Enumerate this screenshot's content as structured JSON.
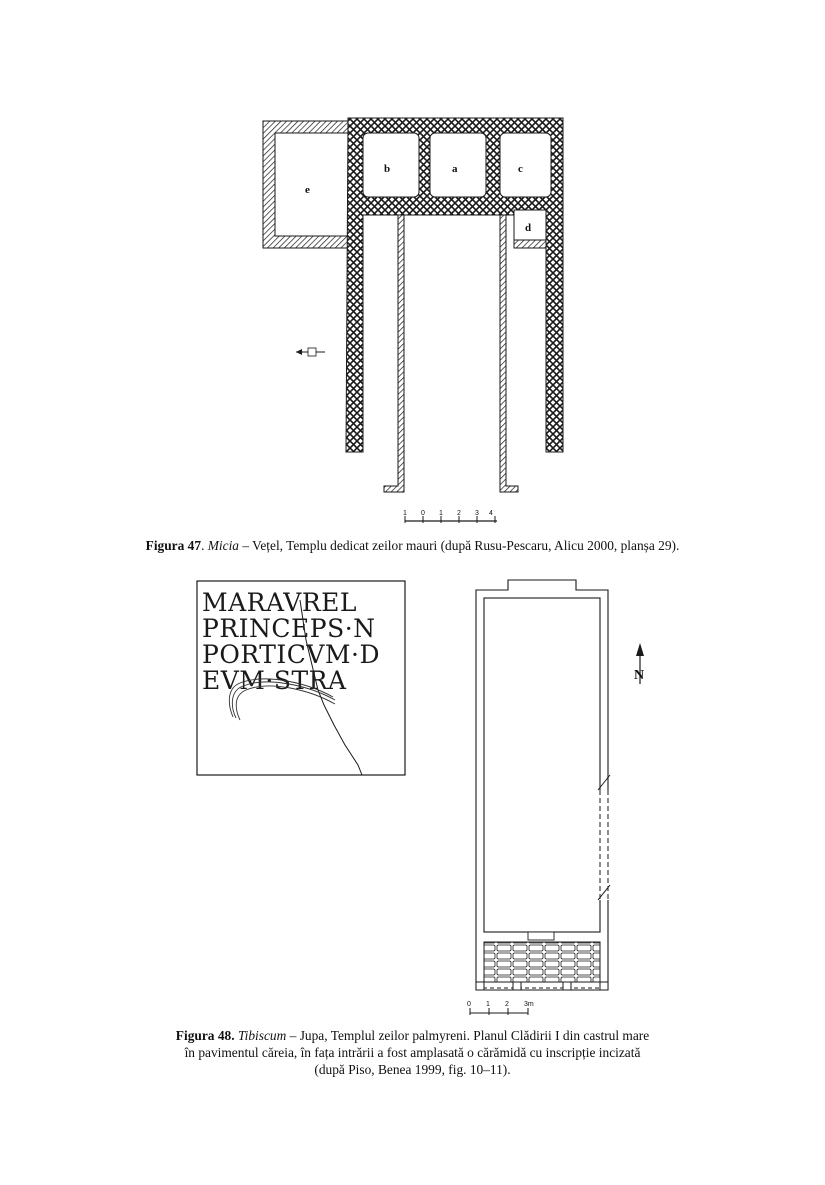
{
  "figure47": {
    "room_labels": {
      "a": "a",
      "b": "b",
      "c": "c",
      "d": "d",
      "e": "e"
    },
    "scale_numbers": [
      "1",
      "0",
      "1",
      "2",
      "3",
      "4"
    ],
    "caption": {
      "label": "Figura 47",
      "italic": "Micia",
      "text": " – Vețel, Templu dedicat zeilor mauri  (după Rusu-Pescaru, Alicu 2000, planșa 29)."
    }
  },
  "figure48": {
    "inscription_lines": [
      "MARAVREL",
      "PRINCEPS·N",
      "PORTICVM·D",
      "EVM·STRA"
    ],
    "north_label": "N",
    "scale_numbers": [
      "0",
      "1",
      "2",
      "3m"
    ],
    "caption": {
      "label": "Figura 48.",
      "italic": "Tibiscum",
      "line1_text": " – Jupa, Templul zeilor palmyreni. Planul Clădirii I din castrul mare",
      "line2": "în pavimentul căreia, în fața intrării a fost amplasată o cărămidă cu inscripție incizată",
      "line3": "(după Piso, Benea 1999, fig. 10–11)."
    }
  }
}
